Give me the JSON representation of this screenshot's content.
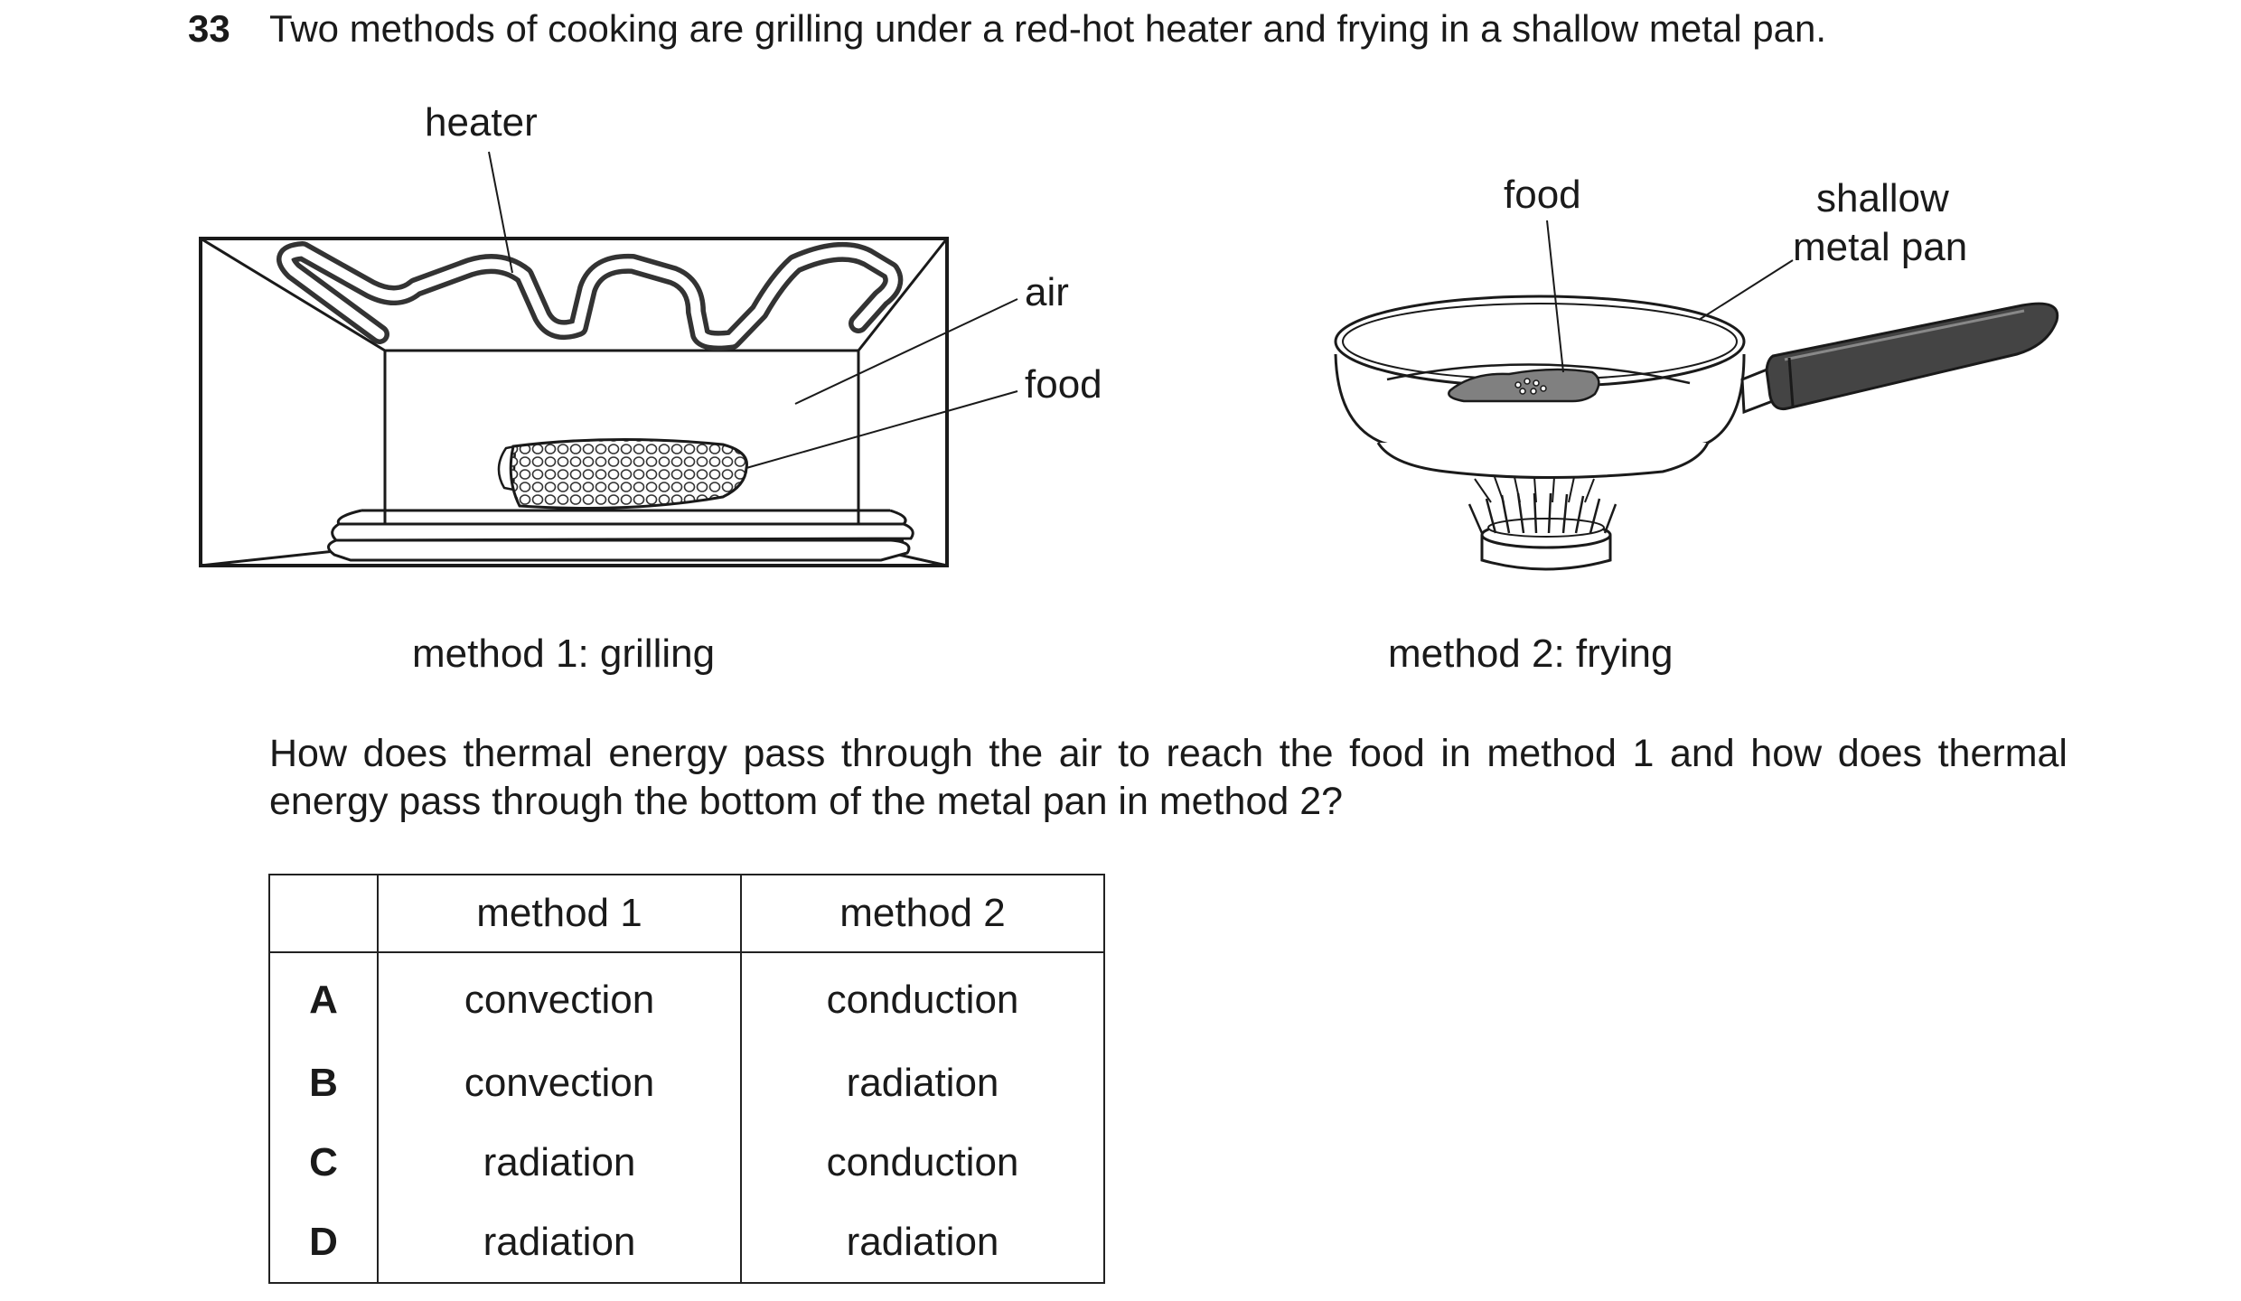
{
  "question": {
    "number": "33",
    "text": "Two methods of cooking are grilling under a red-hot heater and frying in a shallow metal pan."
  },
  "diagram": {
    "grill_labels": {
      "heater": "heater",
      "air": "air",
      "food": "food"
    },
    "pan_labels": {
      "food": "food",
      "pan_line1": "shallow",
      "pan_line2": "metal pan"
    },
    "caption_1": "method 1: grilling",
    "caption_2": "method 2: frying"
  },
  "prompt": {
    "text": "How does thermal energy pass through the air to reach the food in method 1 and how does thermal energy pass through the bottom of the metal pan in method 2?"
  },
  "options_table": {
    "headers": [
      "",
      "method 1",
      "method 2"
    ],
    "rows": [
      {
        "letter": "A",
        "method1": "convection",
        "method2": "conduction"
      },
      {
        "letter": "B",
        "method1": "convection",
        "method2": "radiation"
      },
      {
        "letter": "C",
        "method1": "radiation",
        "method2": "conduction"
      },
      {
        "letter": "D",
        "method1": "radiation",
        "method2": "radiation"
      }
    ]
  }
}
